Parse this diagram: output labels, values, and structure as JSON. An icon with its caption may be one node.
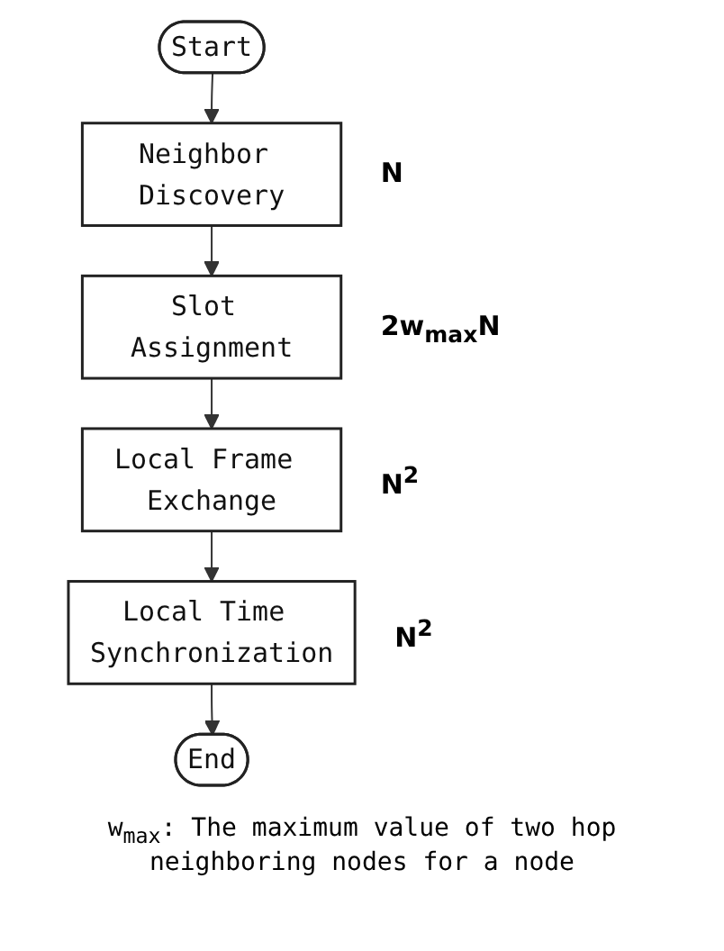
{
  "diagram": {
    "nodes": [
      {
        "text": [
          "Start"
        ]
      },
      {
        "text": [
          "Neighbor Discovery"
        ],
        "beside": [
          "N"
        ]
      },
      {
        "text": [
          "Slot Assignment"
        ],
        "beside": [
          "2w$_{max}$N"
        ]
      },
      {
        "text": [
          "Local Frame Exchange"
        ],
        "beside": [
          "N$^{2}$"
        ]
      },
      {
        "text": [
          "Local Time Synchronization"
        ],
        "beside": [
          "N$^{2}$"
        ]
      },
      {
        "text": [
          "End"
        ]
      }
    ],
    "edges": [
      {
        "from": 0,
        "to": 1,
        "arrow": "to"
      },
      {
        "from": 1,
        "to": 2,
        "arrow": "to"
      },
      {
        "from": 2,
        "to": 3,
        "arrow": "to"
      },
      {
        "from": 3,
        "to": 4,
        "arrow": "to"
      },
      {
        "from": 4,
        "to": 5,
        "arrow": "to"
      }
    ],
    "labels": [
      "w$_{max}$: The maximum value of two hop neighboring nodes for a node"
    ]
  }
}
